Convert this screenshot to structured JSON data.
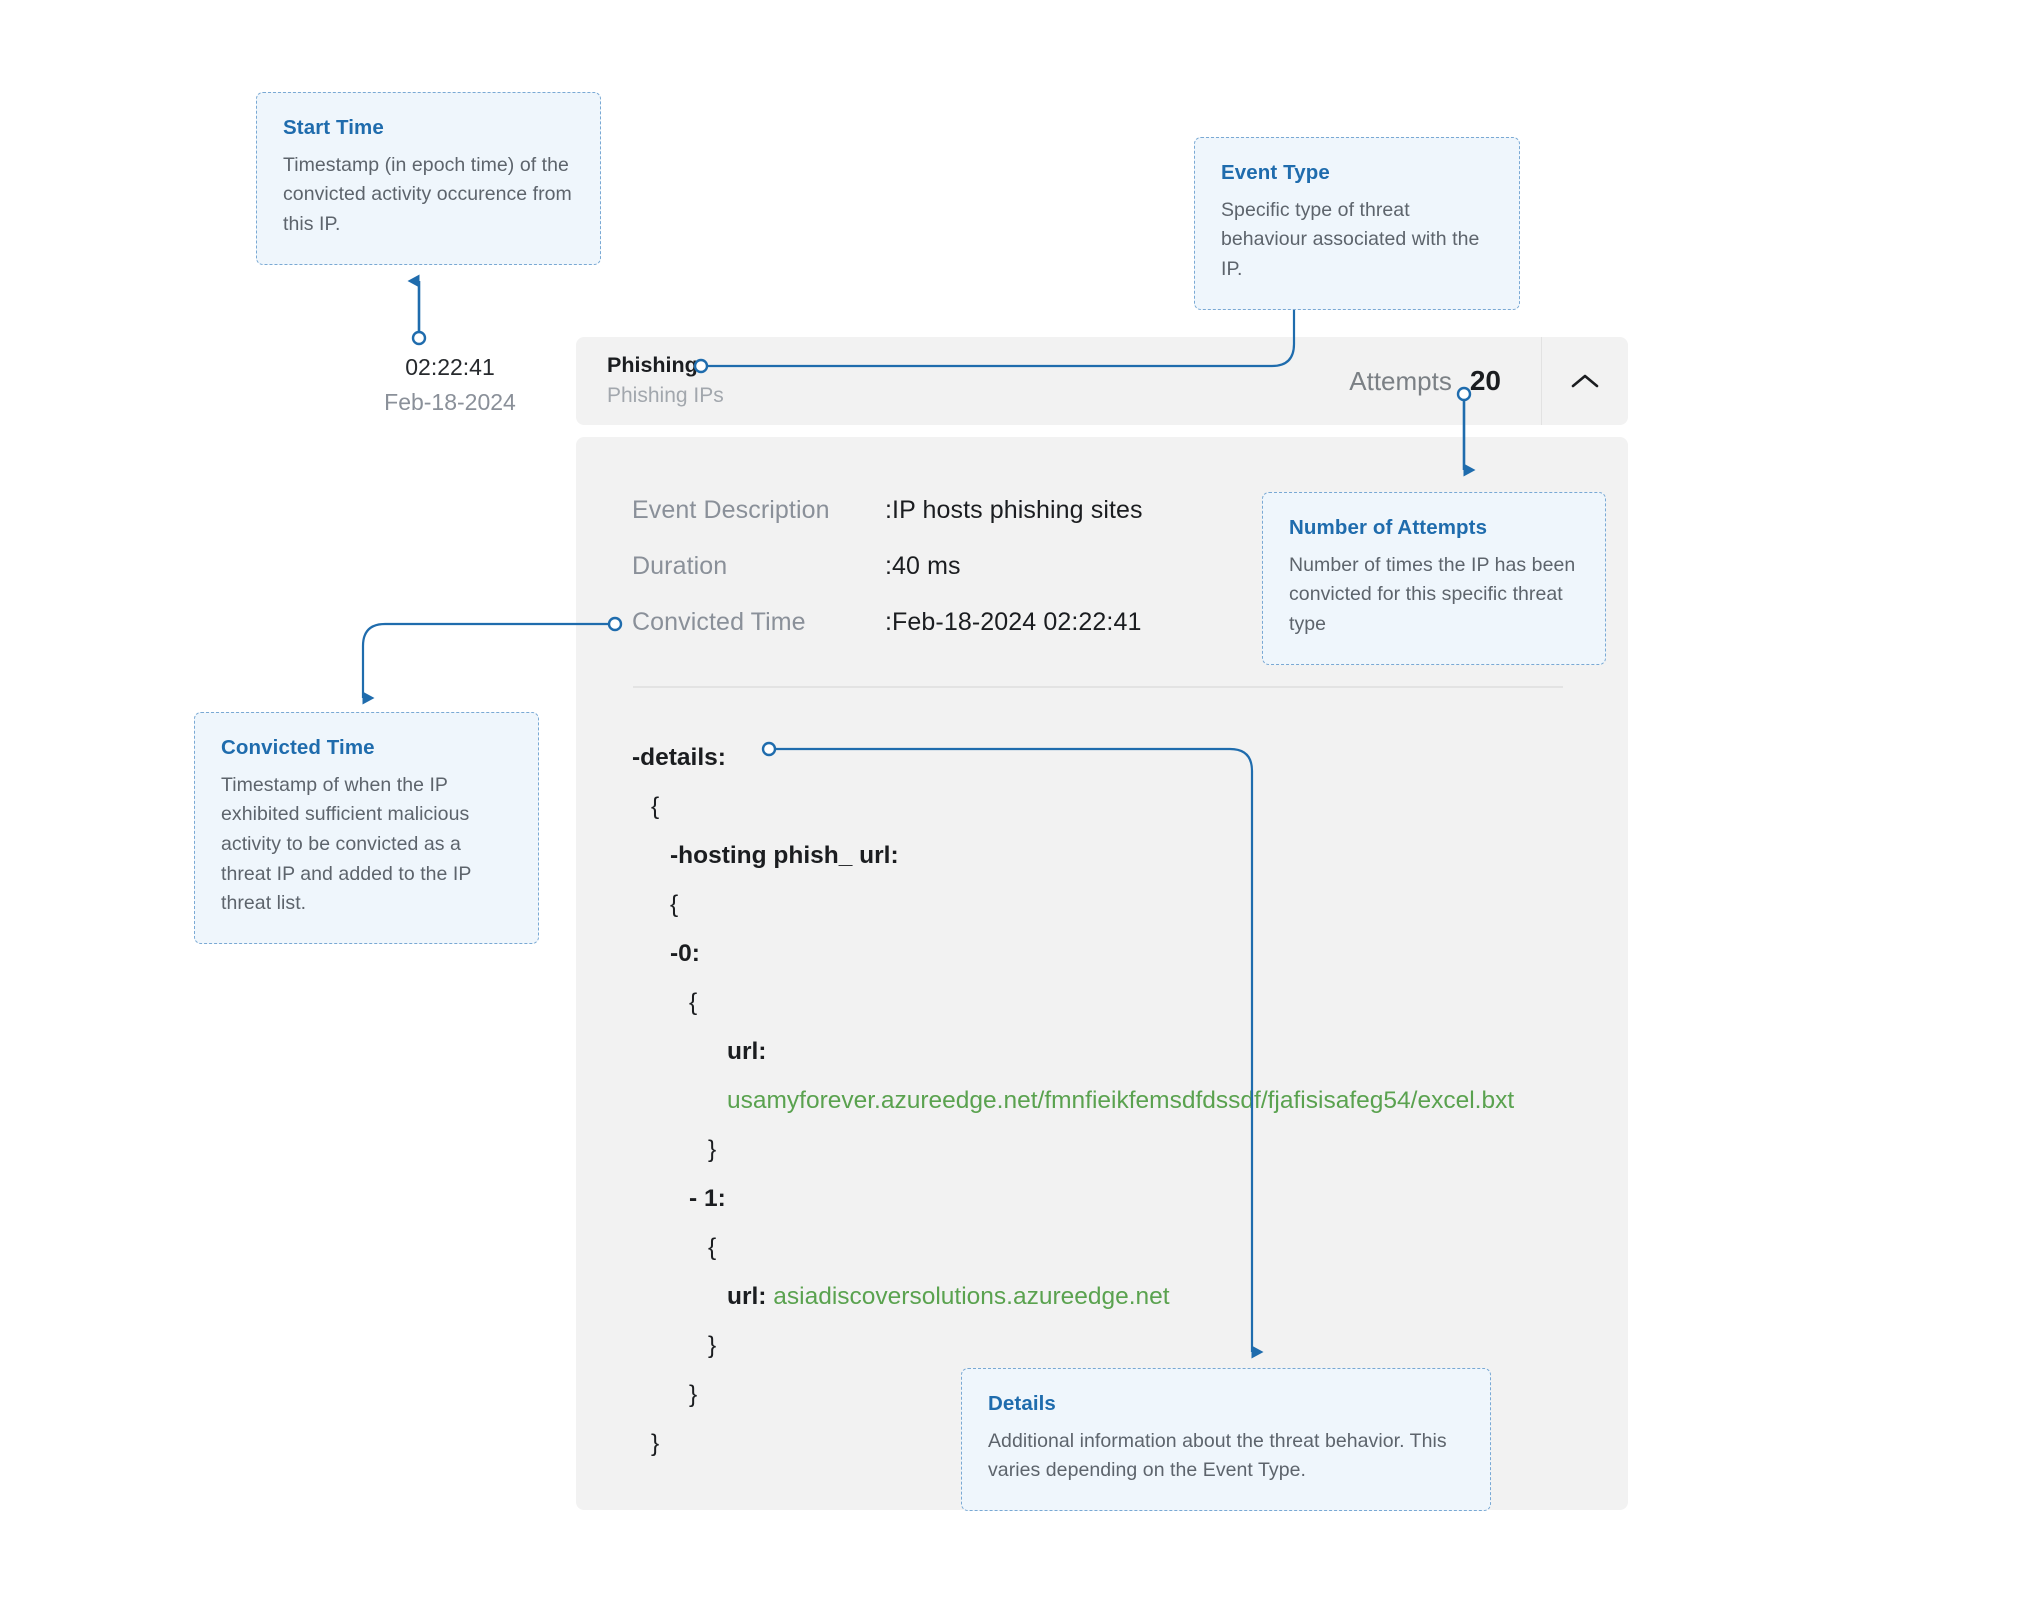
{
  "theme": {
    "accent_blue": "#1f6cad",
    "callout_bg": "#eff6fc",
    "callout_border": "#7aa9d4",
    "card_bg": "#f2f2f2",
    "url_green": "#5aa24f",
    "muted_text": "#8a9099"
  },
  "annotations": {
    "start_time": {
      "title": "Start Time",
      "body": "Timestamp (in epoch time) of the convicted activity occurence from this IP."
    },
    "event_type": {
      "title": "Event Type",
      "body": "Specific type of threat behaviour associated with the IP."
    },
    "number_of_attempts": {
      "title": "Number of Attempts",
      "body": "Number of times the IP has been convicted for this specific threat type"
    },
    "convicted_time": {
      "title": "Convicted Time",
      "body": "Timestamp of when the IP exhibited sufficient malicious activity to be convicted as a threat IP and added to the IP threat list."
    },
    "details": {
      "title": "Details",
      "body": "Additional information about the threat behavior. This varies depending on the Event Type."
    }
  },
  "start_timestamp": {
    "time": "02:22:41",
    "date": "Feb-18-2024"
  },
  "event_card": {
    "header": {
      "title": "Phishing",
      "subtitle": "Phishing IPs",
      "attempts_label": "Attempts",
      "attempts_value": "20",
      "collapse_icon": "chevron-up-icon"
    },
    "fields": [
      {
        "label": "Event Description",
        "value": ":IP hosts phishing sites"
      },
      {
        "label": "Duration",
        "value": ":40 ms"
      },
      {
        "label": "Convicted Time",
        "value": ":Feb-18-2024 02:22:41"
      }
    ],
    "details_tree": [
      {
        "indent": 0,
        "text": "-details:",
        "bold": true
      },
      {
        "indent": 1,
        "text": "{",
        "bold": false
      },
      {
        "indent": 2,
        "text": "-hosting phish_ url:",
        "bold": true
      },
      {
        "indent": 2,
        "text": "{",
        "bold": false
      },
      {
        "indent": 2,
        "text": "-0:",
        "bold": true
      },
      {
        "indent": 3,
        "text": "{",
        "bold": false
      },
      {
        "indent": 5,
        "key": "url:",
        "bold": true
      },
      {
        "indent": 5,
        "url": "usamyforever.azureedge.net/fmnfieikfemsdfdssdf/fjafisisafeg54/excel.bxt"
      },
      {
        "indent": 4,
        "text": "}",
        "bold": false
      },
      {
        "indent": 3,
        "text": "- 1:",
        "bold": true
      },
      {
        "indent": 4,
        "text": "{",
        "bold": false
      },
      {
        "indent": 5,
        "key": "url:",
        "url": "asiadiscoversolutions.azureedge.net"
      },
      {
        "indent": 4,
        "text": "}",
        "bold": false
      },
      {
        "indent": 3,
        "text": "}",
        "bold": false
      },
      {
        "indent": 1,
        "text": "}",
        "bold": false
      }
    ]
  }
}
